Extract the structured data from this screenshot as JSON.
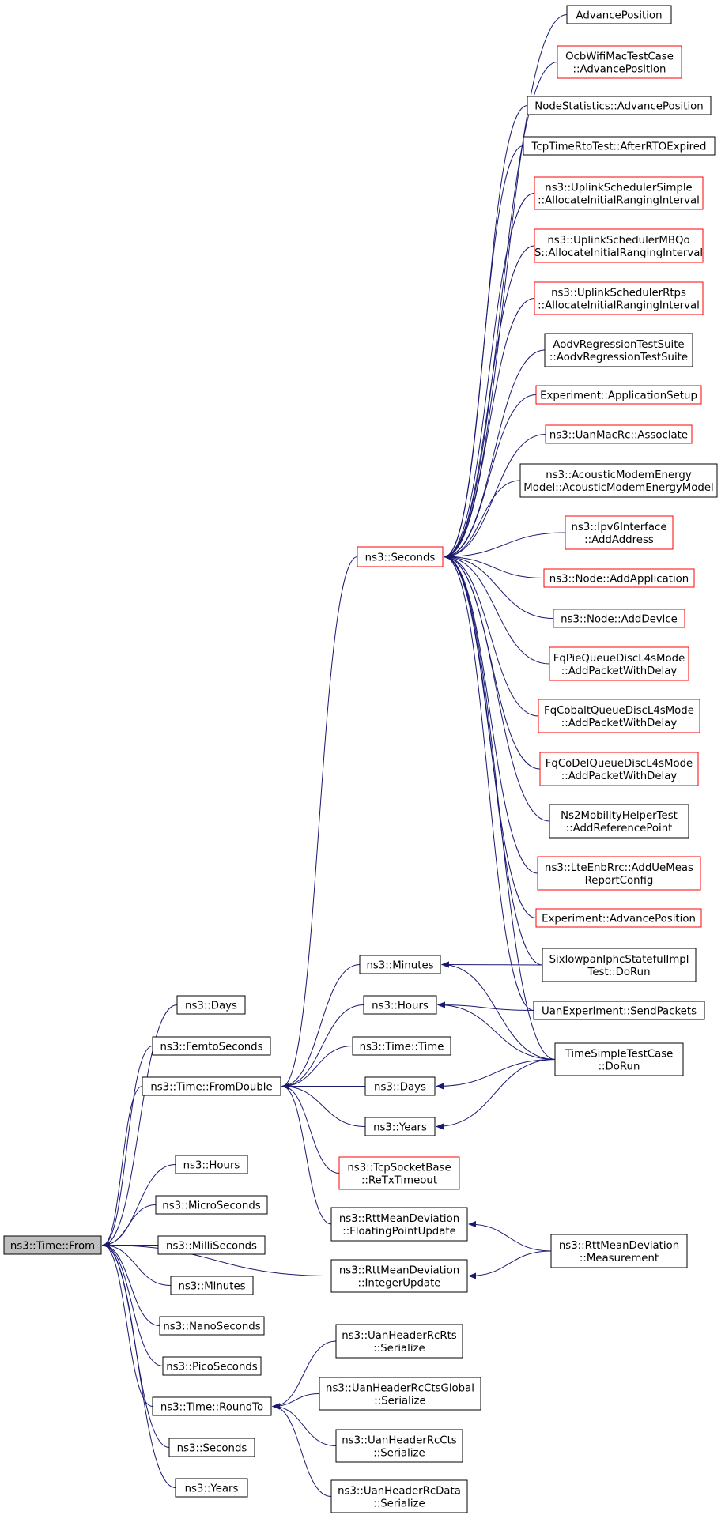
{
  "colors": {
    "edge": "#191970",
    "border_normal": "#000000",
    "border_truncated": "#ff0000",
    "root_fill": "#bfbfbf"
  },
  "nodes": [
    {
      "id": "root",
      "lines": [
        "ns3::Time::From"
      ],
      "style": "root"
    },
    {
      "id": "days1",
      "lines": [
        "ns3::Days"
      ],
      "style": "normal"
    },
    {
      "id": "femto",
      "lines": [
        "ns3::FemtoSeconds"
      ],
      "style": "normal"
    },
    {
      "id": "fromdouble",
      "lines": [
        "ns3::Time::FromDouble"
      ],
      "style": "normal"
    },
    {
      "id": "hours1",
      "lines": [
        "ns3::Hours"
      ],
      "style": "normal"
    },
    {
      "id": "micro",
      "lines": [
        "ns3::MicroSeconds"
      ],
      "style": "normal"
    },
    {
      "id": "milli",
      "lines": [
        "ns3::MilliSeconds"
      ],
      "style": "normal"
    },
    {
      "id": "minutes1",
      "lines": [
        "ns3::Minutes"
      ],
      "style": "normal"
    },
    {
      "id": "nano",
      "lines": [
        "ns3::NanoSeconds"
      ],
      "style": "normal"
    },
    {
      "id": "pico",
      "lines": [
        "ns3::PicoSeconds"
      ],
      "style": "normal"
    },
    {
      "id": "roundto",
      "lines": [
        "ns3::Time::RoundTo"
      ],
      "style": "normal"
    },
    {
      "id": "seconds1",
      "lines": [
        "ns3::Seconds"
      ],
      "style": "normal"
    },
    {
      "id": "years1",
      "lines": [
        "ns3::Years"
      ],
      "style": "normal"
    },
    {
      "id": "seconds2",
      "lines": [
        "ns3::Seconds"
      ],
      "style": "truncated"
    },
    {
      "id": "minutes2",
      "lines": [
        "ns3::Minutes"
      ],
      "style": "normal"
    },
    {
      "id": "hours2",
      "lines": [
        "ns3::Hours"
      ],
      "style": "normal"
    },
    {
      "id": "timetime",
      "lines": [
        "ns3::Time::Time"
      ],
      "style": "normal"
    },
    {
      "id": "days2",
      "lines": [
        "ns3::Days"
      ],
      "style": "normal"
    },
    {
      "id": "years2",
      "lines": [
        "ns3::Years"
      ],
      "style": "normal"
    },
    {
      "id": "retx",
      "lines": [
        "ns3::TcpSocketBase",
        "::ReTxTimeout"
      ],
      "style": "truncated"
    },
    {
      "id": "rttfloat",
      "lines": [
        "ns3::RttMeanDeviation",
        "::FloatingPointUpdate"
      ],
      "style": "normal"
    },
    {
      "id": "rttint",
      "lines": [
        "ns3::RttMeanDeviation",
        "::IntegerUpdate"
      ],
      "style": "normal"
    },
    {
      "id": "uanrts",
      "lines": [
        "ns3::UanHeaderRcRts",
        "::Serialize"
      ],
      "style": "normal"
    },
    {
      "id": "uanctsg",
      "lines": [
        "ns3::UanHeaderRcCtsGlobal",
        "::Serialize"
      ],
      "style": "normal"
    },
    {
      "id": "uancts",
      "lines": [
        "ns3::UanHeaderRcCts",
        "::Serialize"
      ],
      "style": "normal"
    },
    {
      "id": "uandata",
      "lines": [
        "ns3::UanHeaderRcData",
        "::Serialize"
      ],
      "style": "normal"
    },
    {
      "id": "advpos",
      "lines": [
        "AdvancePosition"
      ],
      "style": "normal"
    },
    {
      "id": "ocb",
      "lines": [
        "OcbWifiMacTestCase",
        "::AdvancePosition"
      ],
      "style": "truncated"
    },
    {
      "id": "nodestat",
      "lines": [
        "NodeStatistics::AdvancePosition"
      ],
      "style": "normal"
    },
    {
      "id": "tcprto",
      "lines": [
        "TcpTimeRtoTest::AfterRTOExpired"
      ],
      "style": "normal"
    },
    {
      "id": "ulsimple",
      "lines": [
        "ns3::UplinkSchedulerSimple",
        "::AllocateInitialRangingInterval"
      ],
      "style": "truncated"
    },
    {
      "id": "ulmbqos",
      "lines": [
        "ns3::UplinkSchedulerMBQo",
        "S::AllocateInitialRangingInterval"
      ],
      "style": "truncated"
    },
    {
      "id": "ulrtps",
      "lines": [
        "ns3::UplinkSchedulerRtps",
        "::AllocateInitialRangingInterval"
      ],
      "style": "truncated"
    },
    {
      "id": "aodv",
      "lines": [
        "AodvRegressionTestSuite",
        "::AodvRegressionTestSuite"
      ],
      "style": "normal"
    },
    {
      "id": "expapp",
      "lines": [
        "Experiment::ApplicationSetup"
      ],
      "style": "truncated"
    },
    {
      "id": "uanmac",
      "lines": [
        "ns3::UanMacRc::Associate"
      ],
      "style": "truncated"
    },
    {
      "id": "acoustic",
      "lines": [
        "ns3::AcousticModemEnergy",
        "Model::AcousticModemEnergyModel"
      ],
      "style": "normal"
    },
    {
      "id": "ipv6",
      "lines": [
        "ns3::Ipv6Interface",
        "::AddAddress"
      ],
      "style": "truncated"
    },
    {
      "id": "nodeapp",
      "lines": [
        "ns3::Node::AddApplication"
      ],
      "style": "truncated"
    },
    {
      "id": "nodedev",
      "lines": [
        "ns3::Node::AddDevice"
      ],
      "style": "truncated"
    },
    {
      "id": "fqpie",
      "lines": [
        "FqPieQueueDiscL4sMode",
        "::AddPacketWithDelay"
      ],
      "style": "truncated"
    },
    {
      "id": "fqcobalt",
      "lines": [
        "FqCobaltQueueDiscL4sMode",
        "::AddPacketWithDelay"
      ],
      "style": "truncated"
    },
    {
      "id": "fqcodel",
      "lines": [
        "FqCoDelQueueDiscL4sMode",
        "::AddPacketWithDelay"
      ],
      "style": "truncated"
    },
    {
      "id": "ns2mob",
      "lines": [
        "Ns2MobilityHelperTest",
        "::AddReferencePoint"
      ],
      "style": "normal"
    },
    {
      "id": "lteenb",
      "lines": [
        "ns3::LteEnbRrc::AddUeMeas",
        "ReportConfig"
      ],
      "style": "truncated"
    },
    {
      "id": "expadv",
      "lines": [
        "Experiment::AdvancePosition"
      ],
      "style": "truncated"
    },
    {
      "id": "sixlow",
      "lines": [
        "SixlowpanIphcStatefulImpl",
        "Test::DoRun"
      ],
      "style": "normal"
    },
    {
      "id": "uanexp",
      "lines": [
        "UanExperiment::SendPackets"
      ],
      "style": "normal"
    },
    {
      "id": "timesimple",
      "lines": [
        "TimeSimpleTestCase",
        "::DoRun"
      ],
      "style": "normal"
    },
    {
      "id": "rttmeas",
      "lines": [
        "ns3::RttMeanDeviation",
        "::Measurement"
      ],
      "style": "normal"
    }
  ],
  "edges": [
    {
      "from": "days1",
      "to": "root"
    },
    {
      "from": "femto",
      "to": "root"
    },
    {
      "from": "fromdouble",
      "to": "root"
    },
    {
      "from": "rttint",
      "to": "root"
    },
    {
      "from": "hours1",
      "to": "root"
    },
    {
      "from": "micro",
      "to": "root"
    },
    {
      "from": "milli",
      "to": "root"
    },
    {
      "from": "minutes1",
      "to": "root"
    },
    {
      "from": "nano",
      "to": "root"
    },
    {
      "from": "pico",
      "to": "root"
    },
    {
      "from": "roundto",
      "to": "root"
    },
    {
      "from": "seconds1",
      "to": "root"
    },
    {
      "from": "years1",
      "to": "root"
    },
    {
      "from": "seconds2",
      "to": "fromdouble"
    },
    {
      "from": "minutes2",
      "to": "fromdouble"
    },
    {
      "from": "hours2",
      "to": "fromdouble"
    },
    {
      "from": "timetime",
      "to": "fromdouble"
    },
    {
      "from": "days2",
      "to": "fromdouble"
    },
    {
      "from": "years2",
      "to": "fromdouble"
    },
    {
      "from": "retx",
      "to": "fromdouble"
    },
    {
      "from": "rttfloat",
      "to": "fromdouble"
    },
    {
      "from": "uanrts",
      "to": "roundto"
    },
    {
      "from": "uanctsg",
      "to": "roundto"
    },
    {
      "from": "uancts",
      "to": "roundto"
    },
    {
      "from": "uandata",
      "to": "roundto"
    },
    {
      "from": "advpos",
      "to": "seconds2"
    },
    {
      "from": "ocb",
      "to": "seconds2"
    },
    {
      "from": "nodestat",
      "to": "seconds2"
    },
    {
      "from": "tcprto",
      "to": "seconds2"
    },
    {
      "from": "ulsimple",
      "to": "seconds2"
    },
    {
      "from": "ulmbqos",
      "to": "seconds2"
    },
    {
      "from": "ulrtps",
      "to": "seconds2"
    },
    {
      "from": "aodv",
      "to": "seconds2"
    },
    {
      "from": "expapp",
      "to": "seconds2"
    },
    {
      "from": "uanmac",
      "to": "seconds2"
    },
    {
      "from": "acoustic",
      "to": "seconds2"
    },
    {
      "from": "ipv6",
      "to": "seconds2"
    },
    {
      "from": "nodeapp",
      "to": "seconds2"
    },
    {
      "from": "nodedev",
      "to": "seconds2"
    },
    {
      "from": "fqpie",
      "to": "seconds2"
    },
    {
      "from": "fqcobalt",
      "to": "seconds2"
    },
    {
      "from": "fqcodel",
      "to": "seconds2"
    },
    {
      "from": "ns2mob",
      "to": "seconds2"
    },
    {
      "from": "lteenb",
      "to": "seconds2"
    },
    {
      "from": "expadv",
      "to": "seconds2"
    },
    {
      "from": "sixlow",
      "to": "seconds2"
    },
    {
      "from": "uanexp",
      "to": "seconds2"
    },
    {
      "from": "timesimple",
      "to": "seconds2"
    },
    {
      "from": "sixlow",
      "to": "minutes2"
    },
    {
      "from": "timesimple",
      "to": "minutes2"
    },
    {
      "from": "uanexp",
      "to": "hours2"
    },
    {
      "from": "timesimple",
      "to": "hours2"
    },
    {
      "from": "timesimple",
      "to": "days2"
    },
    {
      "from": "timesimple",
      "to": "years2"
    },
    {
      "from": "rttmeas",
      "to": "rttfloat"
    },
    {
      "from": "rttmeas",
      "to": "rttint"
    }
  ]
}
